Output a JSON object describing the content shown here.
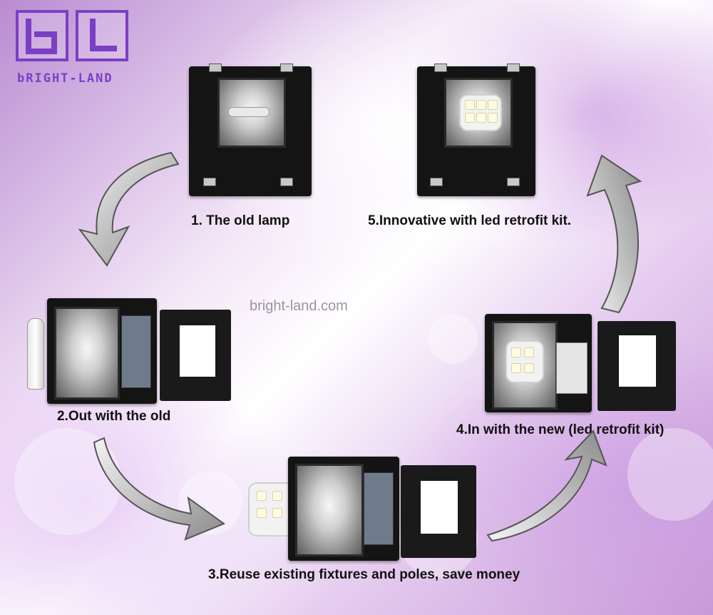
{
  "logo": {
    "brand_text": "bRIGHT-LAND"
  },
  "watermark": {
    "url": "bright-land.com"
  },
  "steps": [
    {
      "caption": "1. The old lamp"
    },
    {
      "caption": "2.Out with the old"
    },
    {
      "caption": "3.Reuse existing fixtures and poles, save money"
    },
    {
      "caption": "4.In with the new (led retrofit kit)"
    },
    {
      "caption": "5.Innovative with led retrofit kit."
    }
  ],
  "colors": {
    "brand": "#7b3fc4",
    "caption": "#111111",
    "watermark": "#9c93a3"
  },
  "icons": [
    "curved-arrow-icon",
    "led-module-icon",
    "hid-bulb-icon"
  ]
}
